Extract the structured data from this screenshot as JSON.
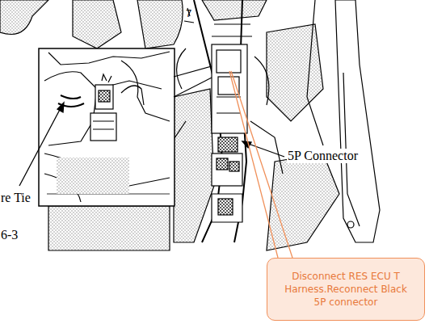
{
  "diagram": {
    "nodes": [
      {
        "text": [
          "Disconnect RES ECU T Harness.Reconnect Black 5P connector"
        ]
      }
    ],
    "labels": [
      "5P Connector",
      "re Tie",
      "6-3",
      "7"
    ]
  }
}
